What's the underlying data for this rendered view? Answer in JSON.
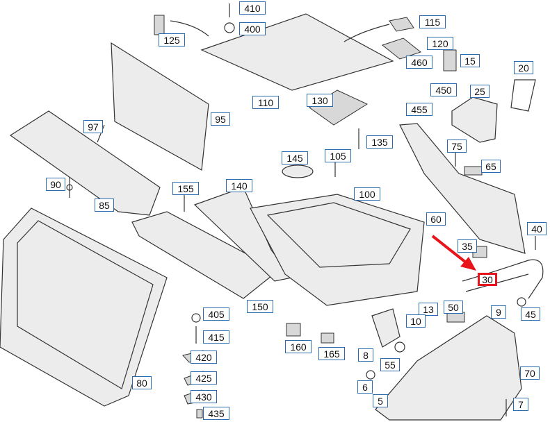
{
  "diagram": {
    "highlight_color": "#e8141b",
    "label_border_color": "#2b6cb0",
    "highlighted_part": "30",
    "labels": [
      {
        "id": "410"
      },
      {
        "id": "400"
      },
      {
        "id": "125"
      },
      {
        "id": "115"
      },
      {
        "id": "120"
      },
      {
        "id": "15"
      },
      {
        "id": "460"
      },
      {
        "id": "450"
      },
      {
        "id": "20"
      },
      {
        "id": "25"
      },
      {
        "id": "455"
      },
      {
        "id": "110"
      },
      {
        "id": "130"
      },
      {
        "id": "95"
      },
      {
        "id": "97"
      },
      {
        "id": "135"
      },
      {
        "id": "75"
      },
      {
        "id": "65"
      },
      {
        "id": "145"
      },
      {
        "id": "105"
      },
      {
        "id": "90"
      },
      {
        "id": "155"
      },
      {
        "id": "140"
      },
      {
        "id": "100"
      },
      {
        "id": "85"
      },
      {
        "id": "60"
      },
      {
        "id": "40"
      },
      {
        "id": "35"
      },
      {
        "id": "30"
      },
      {
        "id": "13"
      },
      {
        "id": "50"
      },
      {
        "id": "9"
      },
      {
        "id": "45"
      },
      {
        "id": "405"
      },
      {
        "id": "10"
      },
      {
        "id": "415"
      },
      {
        "id": "160"
      },
      {
        "id": "165"
      },
      {
        "id": "8"
      },
      {
        "id": "420"
      },
      {
        "id": "55"
      },
      {
        "id": "70"
      },
      {
        "id": "425"
      },
      {
        "id": "80"
      },
      {
        "id": "6"
      },
      {
        "id": "430"
      },
      {
        "id": "5"
      },
      {
        "id": "7"
      },
      {
        "id": "435"
      },
      {
        "id": "150"
      }
    ]
  }
}
